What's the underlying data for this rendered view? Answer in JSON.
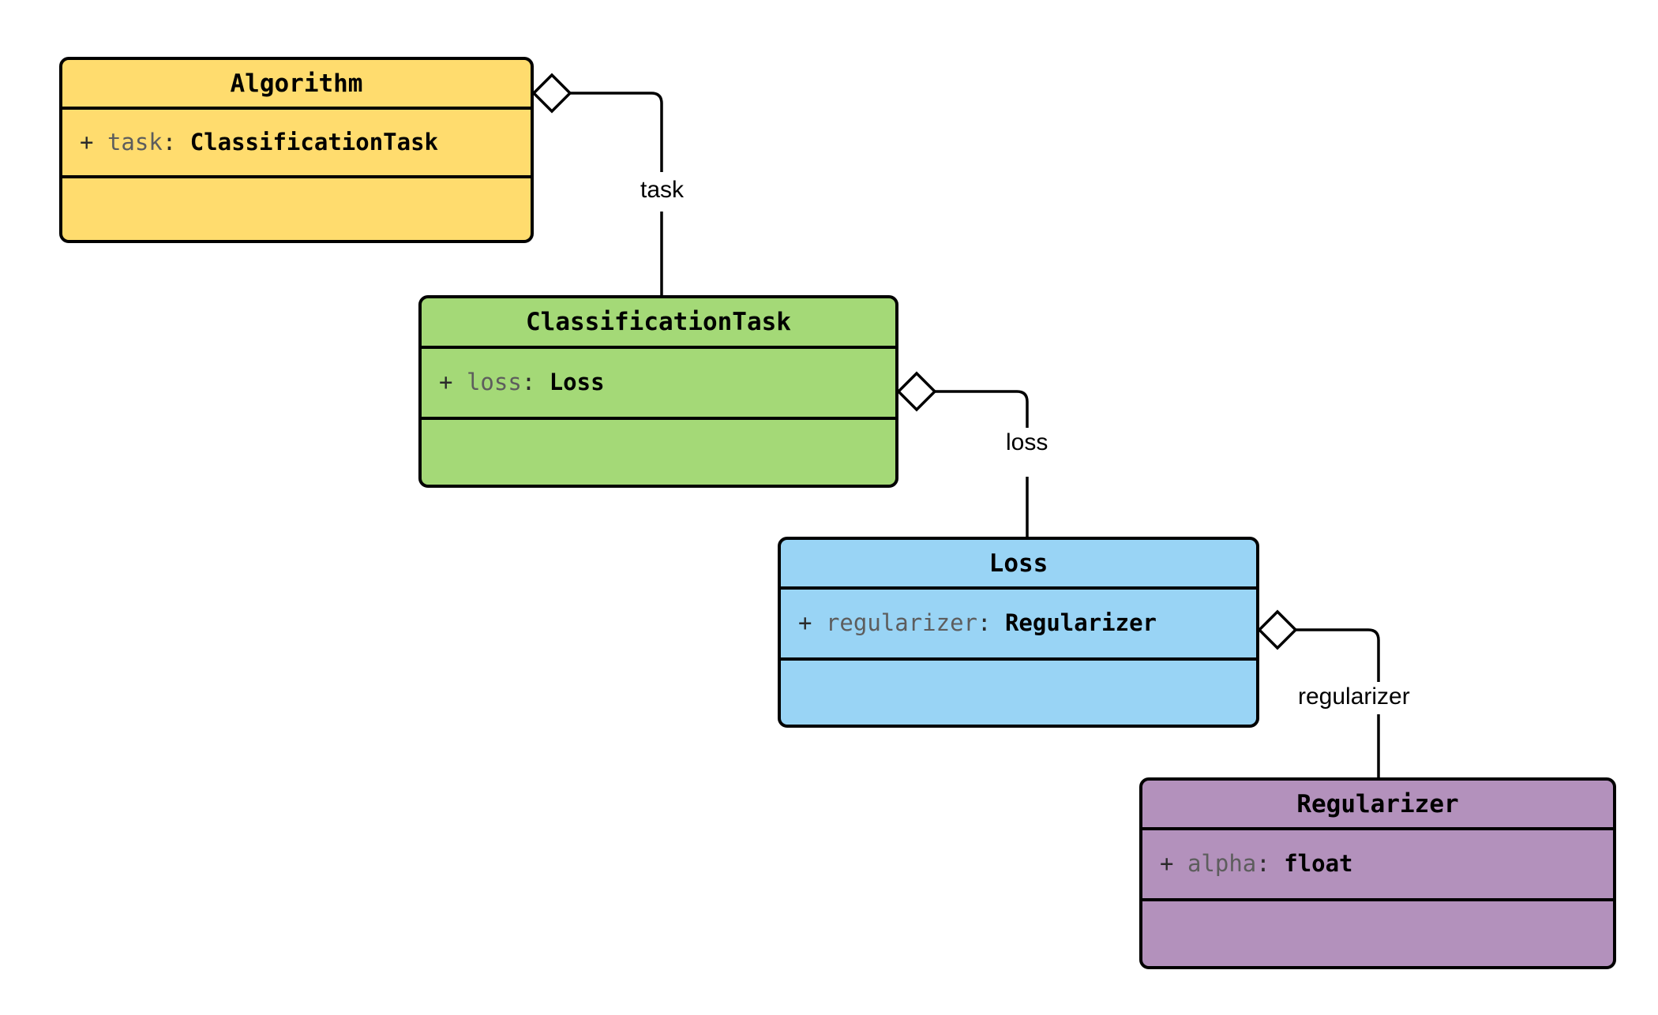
{
  "diagram": {
    "type": "uml-class-diagram",
    "background": "#ffffff",
    "border_color": "#000000",
    "classes": [
      {
        "id": "algorithm",
        "name": "Algorithm",
        "fill": "#FFDC6E",
        "attributes": [
          {
            "visibility": "+",
            "name": "task",
            "separator": ":",
            "type": "ClassificationTask"
          }
        ],
        "methods": []
      },
      {
        "id": "classification-task",
        "name": "ClassificationTask",
        "fill": "#A4D977",
        "attributes": [
          {
            "visibility": "+",
            "name": "loss",
            "separator": ":",
            "type": "Loss"
          }
        ],
        "methods": []
      },
      {
        "id": "loss",
        "name": "Loss",
        "fill": "#99D4F5",
        "attributes": [
          {
            "visibility": "+",
            "name": "regularizer",
            "separator": ":",
            "type": "Regularizer"
          }
        ],
        "methods": []
      },
      {
        "id": "regularizer",
        "name": "Regularizer",
        "fill": "#B391BC",
        "attributes": [
          {
            "visibility": "+",
            "name": "alpha",
            "separator": ":",
            "type": "float"
          }
        ],
        "methods": []
      }
    ],
    "relationships": [
      {
        "id": "rel-task",
        "kind": "aggregation",
        "from": "Algorithm",
        "to": "ClassificationTask",
        "label": "task"
      },
      {
        "id": "rel-loss",
        "kind": "aggregation",
        "from": "ClassificationTask",
        "to": "Loss",
        "label": "loss"
      },
      {
        "id": "rel-regularizer",
        "kind": "aggregation",
        "from": "Loss",
        "to": "Regularizer",
        "label": "regularizer"
      }
    ]
  }
}
